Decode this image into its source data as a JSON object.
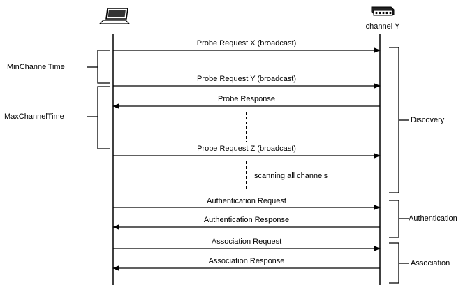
{
  "devices": {
    "client": {
      "icon": "laptop-icon"
    },
    "access_point": {
      "icon": "access-point-icon",
      "label": "channel Y"
    }
  },
  "messages": [
    {
      "text": "Probe Request X (broadcast)",
      "direction": "to-ap"
    },
    {
      "text": "Probe Request Y (broadcast)",
      "direction": "to-ap"
    },
    {
      "text": "Probe Response",
      "direction": "to-client"
    },
    {
      "text": "Probe Request Z (broadcast)",
      "direction": "to-ap"
    },
    {
      "text": "Authentication Request",
      "direction": "to-ap"
    },
    {
      "text": "Authentication Response",
      "direction": "to-client"
    },
    {
      "text": "Association Request",
      "direction": "to-ap"
    },
    {
      "text": "Association Response",
      "direction": "to-client"
    }
  ],
  "notes": {
    "scanning": "scanning all channels"
  },
  "timers": {
    "min": "MinChannelTime",
    "max": "MaxChannelTime"
  },
  "phases": {
    "discovery": "Discovery",
    "authentication": "Authentication",
    "association": "Association"
  },
  "colors": {
    "line": "#000000",
    "background": "#ffffff"
  }
}
